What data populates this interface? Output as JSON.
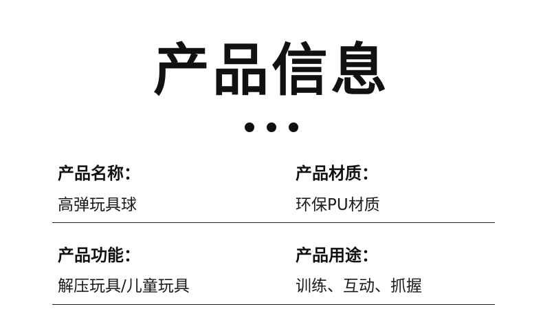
{
  "title": "产品信息",
  "fields": [
    {
      "label": "产品名称：",
      "value": "高弹玩具球"
    },
    {
      "label": "产品材质：",
      "value": "环保PU材质"
    },
    {
      "label": "产品功能：",
      "value": "解压玩具/儿童玩具"
    },
    {
      "label": "产品用途：",
      "value": "训练、互动、抓握"
    }
  ]
}
